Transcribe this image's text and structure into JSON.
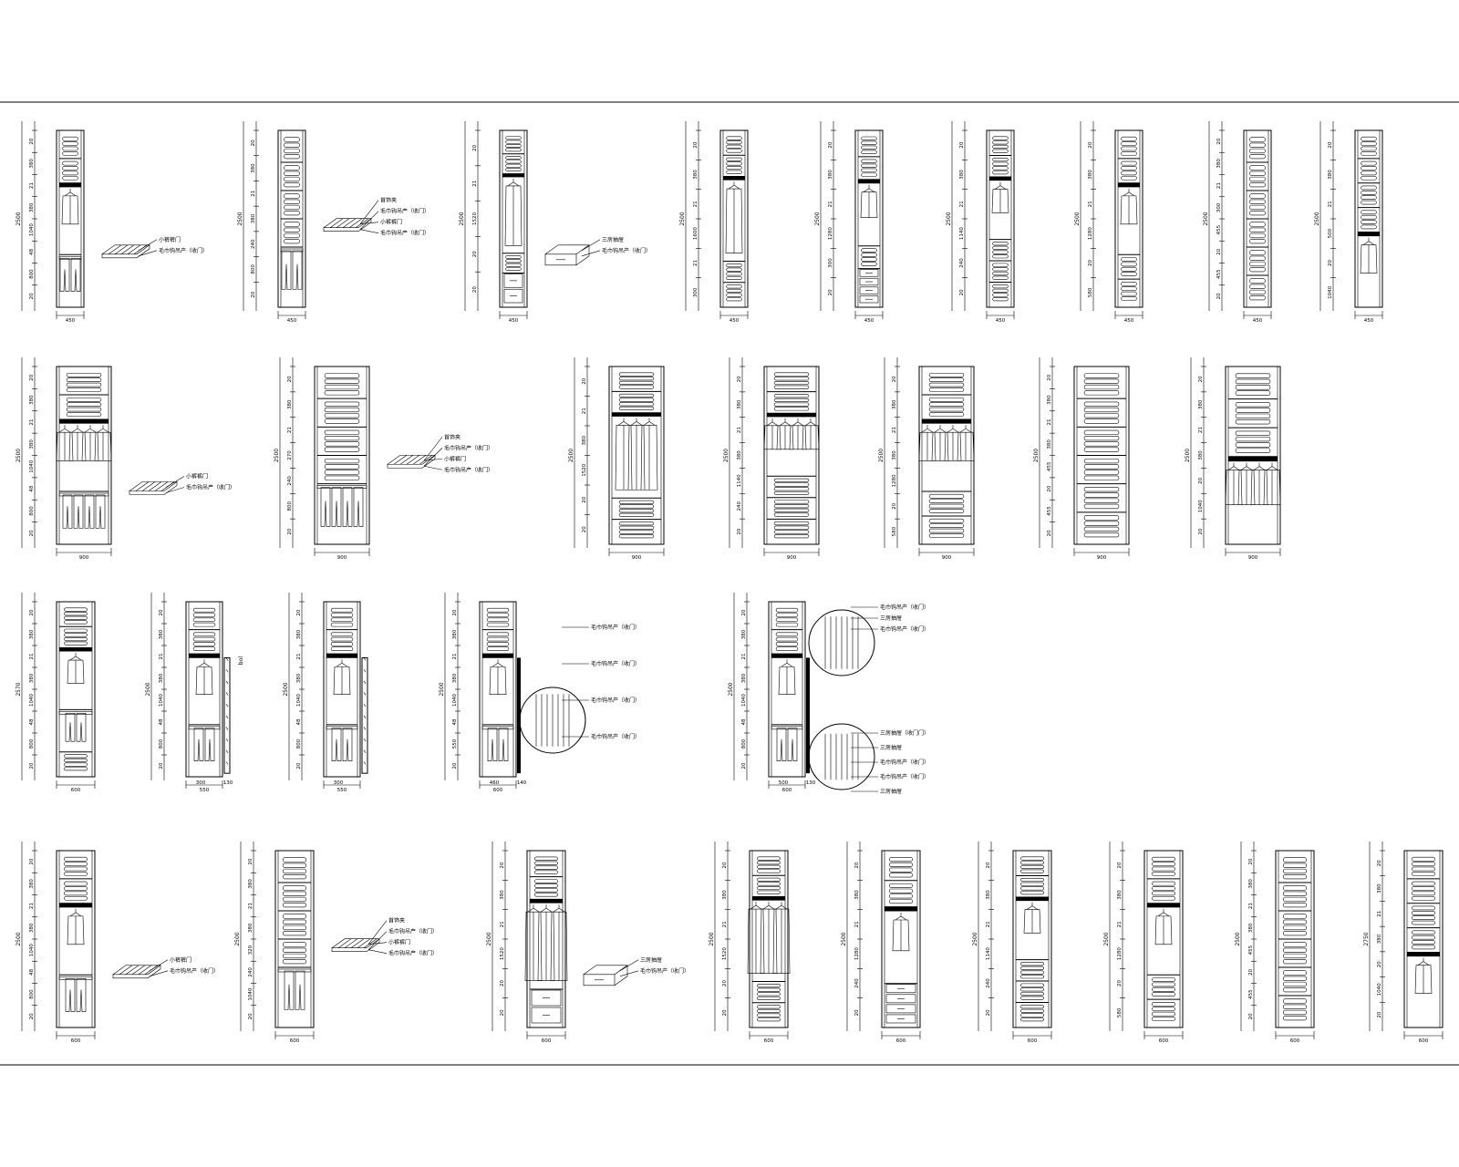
{
  "drawing": {
    "rows": [
      {
        "units": [
          {
            "dims": [
              "20",
              "380",
              "21",
              "380",
              "1040",
              "48",
              "800",
              "20"
            ],
            "total": "2500",
            "width": "450",
            "interior": [
              "fold",
              "fold",
              "rail",
              "coat",
              "pants"
            ],
            "accessory": {
              "type": "pants-rack",
              "labels": [
                "小裤裤门",
                "毛巾钩吊产（收门）"
              ]
            }
          },
          {
            "dims": [
              "20",
              "380",
              "21",
              "380",
              "240",
              "800",
              "20"
            ],
            "total": "2500",
            "width": "450",
            "interior": [
              "fold",
              "fold",
              "fold",
              "fold",
              "pants"
            ],
            "accessory": {
              "type": "pants-rack",
              "labels": [
                "首饰夹",
                "毛巾钩吊产（收门）",
                "小裤裤门",
                "毛巾钩吊产（收门）"
              ]
            }
          },
          {
            "dims": [
              "20",
              "21",
              "1520",
              "20",
              "20"
            ],
            "total": "2500",
            "width": "450",
            "interior": [
              "fold",
              "fold",
              "rail",
              "longcoat",
              "fold",
              "drawer"
            ],
            "accessory": {
              "type": "drawer",
              "labels": [
                "三房抽屉",
                "毛巾钩吊产（收门）"
              ]
            }
          },
          {
            "dims": [
              "20",
              "380",
              "21",
              "1600",
              "21",
              "300"
            ],
            "total": "2500",
            "width": "450",
            "interior": [
              "fold",
              "fold",
              "rail",
              "longcoat",
              "fold",
              "fold"
            ]
          },
          {
            "dims": [
              "20",
              "380",
              "21",
              "1280",
              "300",
              "20"
            ],
            "total": "2500",
            "width": "450",
            "interior": [
              "fold",
              "fold",
              "rail",
              "coat",
              "fold",
              "drawers"
            ]
          },
          {
            "dims": [
              "20",
              "380",
              "21",
              "1140",
              "240",
              "20"
            ],
            "total": "2500",
            "width": "450",
            "interior": [
              "fold",
              "fold",
              "rail",
              "coat",
              "fold",
              "fold",
              "fold"
            ]
          },
          {
            "dims": [
              "20",
              "380",
              "21",
              "1280",
              "20",
              "580"
            ],
            "total": "2500",
            "width": "450",
            "interior": [
              "fold",
              "fold",
              "rail",
              "coat",
              "fold",
              "fold"
            ]
          },
          {
            "dims": [
              "20",
              "380",
              "21",
              "300",
              "455",
              "20",
              "455",
              "20"
            ],
            "total": "2500",
            "width": "450",
            "interior": [
              "fold",
              "fold",
              "fold",
              "fold",
              "fold",
              "fold"
            ]
          },
          {
            "dims": [
              "20",
              "380",
              "21",
              "500",
              "20",
              "1040"
            ],
            "total": "2500",
            "width": "450",
            "interior": [
              "fold",
              "fold",
              "fold",
              "fold",
              "rail",
              "coat"
            ]
          }
        ]
      },
      {
        "units": [
          {
            "dims": [
              "20",
              "380",
              "21",
              "380",
              "1040",
              "48",
              "800",
              "20"
            ],
            "total": "2500",
            "width": "900",
            "interior": [
              "fold",
              "fold",
              "rail",
              "coats",
              "pants"
            ],
            "accessory": {
              "type": "pants-rack",
              "labels": [
                "小裤裤门",
                "毛巾钩吊产（收门）"
              ]
            }
          },
          {
            "dims": [
              "20",
              "380",
              "21",
              "270",
              "240",
              "800",
              "20"
            ],
            "total": "2500",
            "width": "900",
            "interior": [
              "fold",
              "fold",
              "fold",
              "fold",
              "pants"
            ],
            "accessory": {
              "type": "pants-rack",
              "labels": [
                "首饰夹",
                "毛巾钩吊产（收门）",
                "小裤裤门",
                "毛巾钩吊产（收门）"
              ]
            }
          },
          {
            "dims": [
              "20",
              "21",
              "380",
              "1520",
              "20",
              "20"
            ],
            "total": "2500",
            "width": "900",
            "interior": [
              "fold",
              "fold",
              "rail",
              "longcoats",
              "fold",
              "fold"
            ]
          },
          {
            "dims": [
              "20",
              "380",
              "21",
              "380",
              "1140",
              "240",
              "20"
            ],
            "total": "2500",
            "width": "900",
            "interior": [
              "fold",
              "fold",
              "rail",
              "coats",
              "fold",
              "fold",
              "fold"
            ]
          },
          {
            "dims": [
              "20",
              "380",
              "21",
              "380",
              "1280",
              "20",
              "580"
            ],
            "total": "2500",
            "width": "900",
            "interior": [
              "fold",
              "fold",
              "rail",
              "coats",
              "fold",
              "fold"
            ]
          },
          {
            "dims": [
              "20",
              "380",
              "21",
              "380",
              "455",
              "20",
              "455",
              "20"
            ],
            "total": "2500",
            "width": "900",
            "interior": [
              "fold",
              "fold",
              "fold",
              "fold",
              "fold",
              "fold"
            ]
          },
          {
            "dims": [
              "20",
              "380",
              "21",
              "380",
              "20",
              "1040",
              "20"
            ],
            "total": "2500",
            "width": "900",
            "interior": [
              "fold",
              "fold",
              "fold",
              "rail",
              "coats"
            ]
          }
        ]
      },
      {
        "units": [
          {
            "dims": [
              "20",
              "380",
              "21",
              "380",
              "1040",
              "48",
              "800",
              "20"
            ],
            "total": "2570",
            "width": "600",
            "interior": [
              "fold",
              "fold",
              "rail",
              "coat",
              "pants",
              "fold"
            ]
          },
          {
            "dims": [
              "20",
              "380",
              "21",
              "380",
              "1040",
              "48",
              "800",
              "20"
            ],
            "total": "2500",
            "width": "300",
            "width2": "550",
            "width3": "130",
            "interior": [
              "fold",
              "fold",
              "rail",
              "coat",
              "pants"
            ],
            "side": "door",
            "sideLabel": "bol"
          },
          {
            "dims": [
              "20",
              "380",
              "21",
              "380",
              "1040",
              "48",
              "800",
              "20"
            ],
            "total": "2500",
            "width": "300",
            "width2": "550",
            "interior": [
              "fold",
              "fold",
              "rail",
              "coat",
              "pants"
            ],
            "side": "door"
          },
          {
            "dims": [
              "20",
              "380",
              "21",
              "380",
              "1040",
              "48",
              "550",
              "20"
            ],
            "total": "2500",
            "width": "460",
            "width2": "600",
            "width3": "140",
            "interior": [
              "fold",
              "fold",
              "rail",
              "coat",
              "pants"
            ],
            "side": "panel",
            "callouts": [
              "毛巾钩吊产（收门）",
              "毛巾钩吊产（收门）",
              "毛巾钩吊产（收门）",
              "毛巾钩吊产（收门）"
            ]
          },
          {
            "dims": [
              "20",
              "380",
              "21",
              "380",
              "1040",
              "48",
              "800",
              "20"
            ],
            "total": "2500",
            "width": "500",
            "width2": "600",
            "width3": "130",
            "interior": [
              "fold",
              "fold",
              "rail",
              "coat",
              "pants"
            ],
            "side": "panel",
            "callouts": [
              "毛巾钩吊产（收门）",
              "三房抽屉",
              "毛巾钩吊产（收门）",
              "三房抽屉（收门门）",
              "三房抽屉",
              "毛巾钩吊产（收门）",
              "毛巾钩吊产（收门）",
              "三房抽屉"
            ]
          }
        ]
      },
      {
        "units": [
          {
            "dims": [
              "20",
              "380",
              "21",
              "380",
              "1040",
              "48",
              "800",
              "20"
            ],
            "total": "2500",
            "width": "600",
            "interior": [
              "fold",
              "fold",
              "rail",
              "coat",
              "pants"
            ],
            "accessory": {
              "type": "pants-rack",
              "labels": [
                "小裤裤门",
                "毛巾钩吊产（收门）"
              ]
            }
          },
          {
            "dims": [
              "20",
              "380",
              "21",
              "380",
              "320",
              "240",
              "1040",
              "20"
            ],
            "total": "2500",
            "width": "600",
            "interior": [
              "fold",
              "fold",
              "fold",
              "fold",
              "pants"
            ],
            "accessory": {
              "type": "pants-rack",
              "labels": [
                "首饰夹",
                "毛巾钩吊产（收门）",
                "小裤裤门",
                "毛巾钩吊产（收门）"
              ]
            }
          },
          {
            "dims": [
              "20",
              "380",
              "21",
              "1520",
              "20",
              "20"
            ],
            "total": "2500",
            "width": "600",
            "interior": [
              "fold",
              "fold",
              "rail",
              "longcoats",
              "drawer"
            ],
            "accessory": {
              "type": "drawer",
              "labels": [
                "三房抽屉",
                "毛巾钩吊产（收门）"
              ]
            }
          },
          {
            "dims": [
              "20",
              "380",
              "21",
              "1520",
              "20",
              "20"
            ],
            "total": "2500",
            "width": "600",
            "interior": [
              "fold",
              "fold",
              "rail",
              "longcoats",
              "fold",
              "fold"
            ]
          },
          {
            "dims": [
              "20",
              "380",
              "21",
              "1280",
              "240",
              "20"
            ],
            "total": "2500",
            "width": "600",
            "interior": [
              "fold",
              "fold",
              "rail",
              "coat",
              "drawers"
            ]
          },
          {
            "dims": [
              "20",
              "380",
              "21",
              "1140",
              "240",
              "20"
            ],
            "total": "2500",
            "width": "600",
            "interior": [
              "fold",
              "fold",
              "rail",
              "coat",
              "fold",
              "fold",
              "fold"
            ]
          },
          {
            "dims": [
              "20",
              "380",
              "21",
              "1280",
              "20",
              "580"
            ],
            "total": "2500",
            "width": "600",
            "interior": [
              "fold",
              "fold",
              "rail",
              "coat",
              "fold",
              "fold"
            ]
          },
          {
            "dims": [
              "20",
              "380",
              "21",
              "380",
              "455",
              "20",
              "455",
              "20"
            ],
            "total": "2500",
            "width": "600",
            "interior": [
              "fold",
              "fold",
              "fold",
              "fold",
              "fold",
              "fold"
            ]
          },
          {
            "dims": [
              "20",
              "380",
              "21",
              "380",
              "20",
              "1040",
              "20"
            ],
            "total": "2750",
            "width": "600",
            "interior": [
              "fold",
              "fold",
              "fold",
              "fold",
              "rail",
              "coat"
            ]
          }
        ]
      }
    ]
  }
}
